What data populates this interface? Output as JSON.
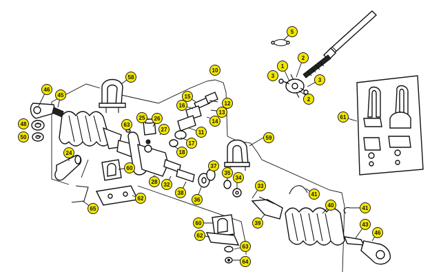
{
  "diagram": {
    "callouts": [
      {
        "id": "c5",
        "label": "5"
      },
      {
        "id": "c1",
        "label": "1"
      },
      {
        "id": "c2a",
        "label": "2"
      },
      {
        "id": "c3a",
        "label": "3"
      },
      {
        "id": "c3b",
        "label": "3"
      },
      {
        "id": "c2b",
        "label": "2"
      },
      {
        "id": "c10",
        "label": "10"
      },
      {
        "id": "c58",
        "label": "58"
      },
      {
        "id": "c46a",
        "label": "46"
      },
      {
        "id": "c45a",
        "label": "45"
      },
      {
        "id": "c48",
        "label": "48"
      },
      {
        "id": "c50",
        "label": "50"
      },
      {
        "id": "c15",
        "label": "15"
      },
      {
        "id": "c12",
        "label": "12"
      },
      {
        "id": "c16",
        "label": "16"
      },
      {
        "id": "c13",
        "label": "13"
      },
      {
        "id": "c14",
        "label": "14"
      },
      {
        "id": "c25",
        "label": "25"
      },
      {
        "id": "c26",
        "label": "26"
      },
      {
        "id": "c27",
        "label": "27"
      },
      {
        "id": "c11",
        "label": "11"
      },
      {
        "id": "c17",
        "label": "17"
      },
      {
        "id": "c18",
        "label": "18"
      },
      {
        "id": "c63a",
        "label": "63"
      },
      {
        "id": "c24",
        "label": "24"
      },
      {
        "id": "c60a",
        "label": "60"
      },
      {
        "id": "c28",
        "label": "28"
      },
      {
        "id": "c32",
        "label": "32"
      },
      {
        "id": "c38",
        "label": "38"
      },
      {
        "id": "c37",
        "label": "37"
      },
      {
        "id": "c36",
        "label": "36"
      },
      {
        "id": "c35",
        "label": "35"
      },
      {
        "id": "c34",
        "label": "34"
      },
      {
        "id": "c59",
        "label": "59"
      },
      {
        "id": "c61",
        "label": "61"
      },
      {
        "id": "c33",
        "label": "33"
      },
      {
        "id": "c41a",
        "label": "41"
      },
      {
        "id": "c40",
        "label": "40"
      },
      {
        "id": "c41b",
        "label": "41"
      },
      {
        "id": "c39",
        "label": "39"
      },
      {
        "id": "c43",
        "label": "43"
      },
      {
        "id": "c46b",
        "label": "46"
      },
      {
        "id": "c62a",
        "label": "62"
      },
      {
        "id": "c65",
        "label": "65"
      },
      {
        "id": "c60b",
        "label": "60"
      },
      {
        "id": "c62b",
        "label": "62"
      },
      {
        "id": "c63b",
        "label": "63"
      },
      {
        "id": "c64",
        "label": "64"
      }
    ]
  }
}
